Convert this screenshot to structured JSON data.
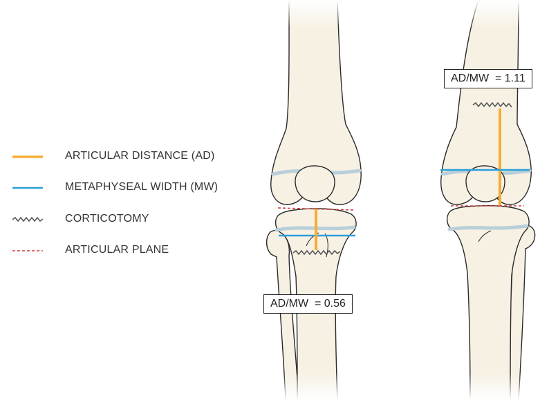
{
  "legend": {
    "items": [
      {
        "label": "ARTICULAR DISTANCE (AD)",
        "swatch": "solid",
        "color": "#f5ad35"
      },
      {
        "label": "METAPHYSEAL WIDTH (MW)",
        "swatch": "solid",
        "color": "#2a9fd8"
      },
      {
        "label": "CORTICOTOMY",
        "swatch": "zigzag",
        "color": "#555555"
      },
      {
        "label": "ARTICULAR PLANE",
        "swatch": "dashed",
        "color": "#d23c3c"
      }
    ]
  },
  "labels": {
    "left_ratio": "AD/MW  = 0.56",
    "right_ratio": "AD/MW  = 1.11"
  },
  "colors": {
    "bone_fill": "#f7f1e4",
    "bone_outline": "#2a2a2a",
    "physis": "#b9cfd9",
    "articular_distance": "#f5ad35",
    "metaphyseal_width": "#2a9fd8",
    "articular_plane": "#d23c3c",
    "corticotomy": "#555555"
  }
}
